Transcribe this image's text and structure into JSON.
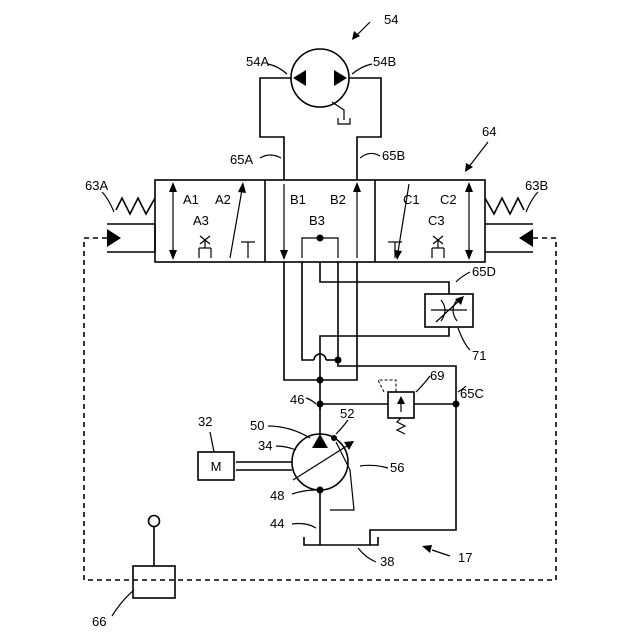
{
  "labels": {
    "assembly": "54",
    "motor_port_a": "54A",
    "motor_port_b": "54B",
    "valve": "64",
    "line_a": "65A",
    "line_b": "65B",
    "actuator_left": "63A",
    "actuator_right": "63B",
    "a1": "A1",
    "a2": "A2",
    "a3": "A3",
    "b1": "B1",
    "b2": "B2",
    "b3": "B3",
    "c1": "C1",
    "c2": "C2",
    "c3": "C3",
    "line_d": "65D",
    "throttle": "71",
    "relief": "69",
    "line_c": "65C",
    "node_46": "46",
    "motor_box": "32",
    "motor_letter": "M",
    "pump_50": "50",
    "pump_52": "52",
    "pump_34": "34",
    "pump_48": "48",
    "line_56": "56",
    "line_44": "44",
    "tank_38": "38",
    "circuit_17": "17",
    "controller_66": "66"
  }
}
